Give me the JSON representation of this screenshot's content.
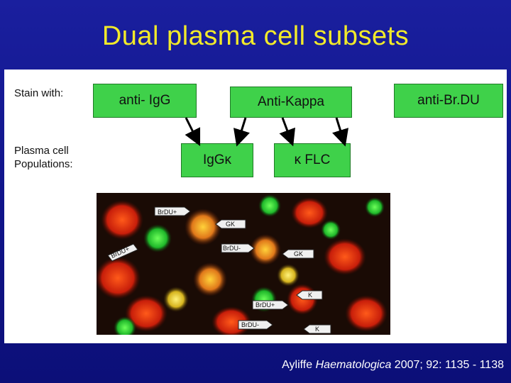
{
  "title": "Dual plasma cell subsets",
  "labels": {
    "stain_with": "Stain with:",
    "populations_line1": "Plasma cell",
    "populations_line2": "Populations:"
  },
  "stains": [
    "anti- IgG",
    "Anti-Kappa",
    "anti-Br.DU"
  ],
  "populations": [
    "IgGκ",
    "κ FLC"
  ],
  "micrograph_tags": {
    "brdu_plus": "BrDU+",
    "gk": "GK",
    "brdu_minus": "BrDU-",
    "k": "K"
  },
  "citation": {
    "author": "Ayliffe",
    "journal": "Haematologica",
    "details": "2007; 92: 1135 - 1138"
  },
  "colors": {
    "background": "#10148a",
    "title": "#f2ea2a",
    "box_fill": "#3fd14a"
  }
}
